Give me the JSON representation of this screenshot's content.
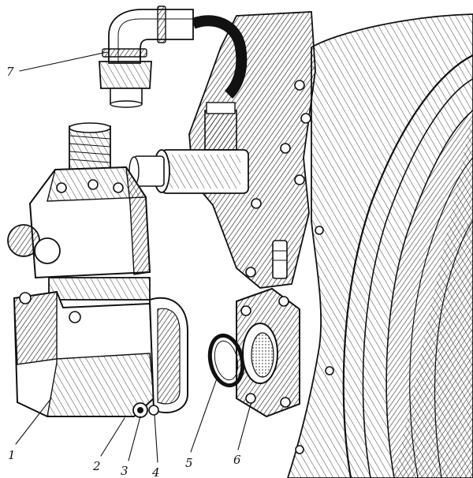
{
  "figure": {
    "callouts": [
      {
        "label": "1"
      },
      {
        "label": "2"
      },
      {
        "label": "3"
      },
      {
        "label": "4"
      },
      {
        "label": "5"
      },
      {
        "label": "6"
      },
      {
        "label": "7"
      }
    ]
  }
}
